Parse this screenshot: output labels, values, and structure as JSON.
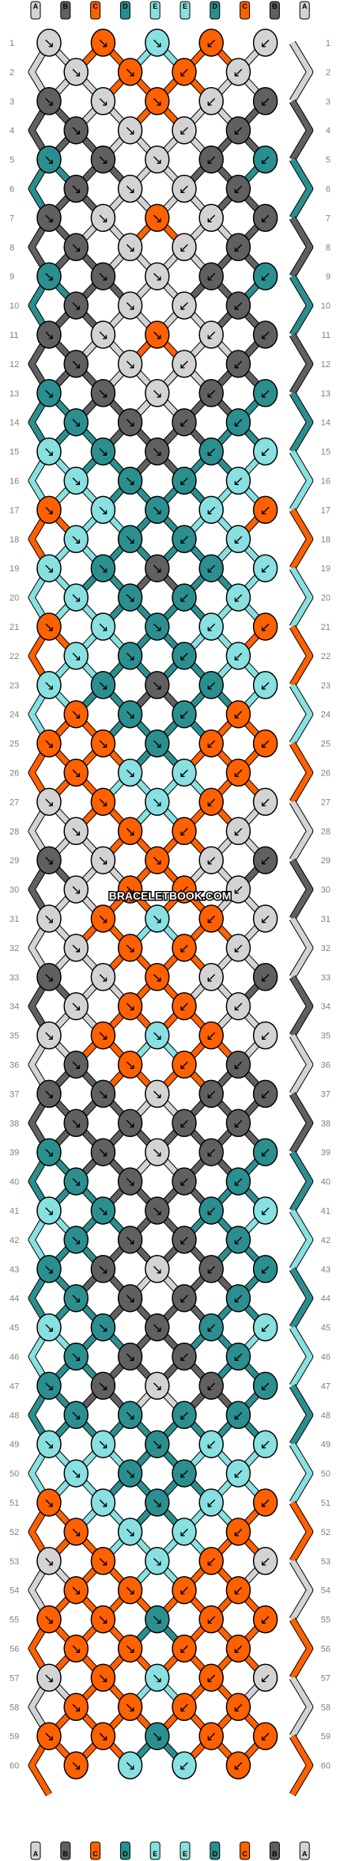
{
  "watermark": "BRACELETBOOK.COM",
  "colors": {
    "A": "#d3d3d3",
    "B": "#606060",
    "C": "#ff6000",
    "D": "#2b8f8f",
    "E": "#88e0e0",
    "background": "#ffffff",
    "row_label": "#808080"
  },
  "top_strands": [
    "A",
    "B",
    "C",
    "D",
    "E",
    "E",
    "D",
    "C",
    "B",
    "A"
  ],
  "bottom_strands": [
    "A",
    "B",
    "C",
    "D",
    "E",
    "E",
    "D",
    "C",
    "B",
    "A"
  ],
  "rows": 60,
  "knot_arrows": {
    "left": "↘",
    "right": "↙"
  },
  "pattern": [
    [
      "A",
      "C",
      "E",
      "C",
      "A"
    ],
    [
      "A",
      "C",
      "C",
      "A"
    ],
    [
      "B",
      "A",
      "C",
      "A",
      "B"
    ],
    [
      "B",
      "A",
      "A",
      "B"
    ],
    [
      "D",
      "B",
      "A",
      "B",
      "D"
    ],
    [
      "B",
      "A",
      "A",
      "B"
    ],
    [
      "B",
      "A",
      "C",
      "A",
      "B"
    ],
    [
      "B",
      "A",
      "A",
      "B"
    ],
    [
      "D",
      "B",
      "A",
      "B",
      "D"
    ],
    [
      "B",
      "A",
      "A",
      "B"
    ],
    [
      "B",
      "A",
      "C",
      "A",
      "B"
    ],
    [
      "B",
      "A",
      "A",
      "B"
    ],
    [
      "D",
      "B",
      "A",
      "B",
      "D"
    ],
    [
      "D",
      "B",
      "B",
      "D"
    ],
    [
      "E",
      "D",
      "B",
      "D",
      "E"
    ],
    [
      "E",
      "D",
      "D",
      "E"
    ],
    [
      "C",
      "E",
      "D",
      "E",
      "C"
    ],
    [
      "E",
      "D",
      "D",
      "E"
    ],
    [
      "E",
      "D",
      "B",
      "D",
      "E"
    ],
    [
      "E",
      "D",
      "D",
      "E"
    ],
    [
      "C",
      "E",
      "D",
      "E",
      "C"
    ],
    [
      "E",
      "D",
      "D",
      "E"
    ],
    [
      "E",
      "D",
      "B",
      "D",
      "E"
    ],
    [
      "C",
      "D",
      "D",
      "C"
    ],
    [
      "C",
      "C",
      "D",
      "C",
      "C"
    ],
    [
      "C",
      "E",
      "E",
      "C"
    ],
    [
      "A",
      "C",
      "E",
      "C",
      "A"
    ],
    [
      "A",
      "C",
      "C",
      "A"
    ],
    [
      "B",
      "A",
      "C",
      "A",
      "B"
    ],
    [
      "A",
      "C",
      "C",
      "A"
    ],
    [
      "A",
      "C",
      "E",
      "C",
      "A"
    ],
    [
      "A",
      "C",
      "C",
      "A"
    ],
    [
      "B",
      "A",
      "C",
      "A",
      "B"
    ],
    [
      "A",
      "C",
      "C",
      "A"
    ],
    [
      "A",
      "C",
      "E",
      "C",
      "A"
    ],
    [
      "B",
      "C",
      "C",
      "B"
    ],
    [
      "B",
      "B",
      "A",
      "B",
      "B"
    ],
    [
      "B",
      "B",
      "B",
      "B"
    ],
    [
      "D",
      "B",
      "A",
      "B",
      "D"
    ],
    [
      "D",
      "B",
      "B",
      "D"
    ],
    [
      "E",
      "D",
      "B",
      "D",
      "E"
    ],
    [
      "D",
      "B",
      "B",
      "D"
    ],
    [
      "D",
      "B",
      "A",
      "B",
      "D"
    ],
    [
      "D",
      "B",
      "B",
      "D"
    ],
    [
      "E",
      "D",
      "B",
      "D",
      "E"
    ],
    [
      "D",
      "B",
      "B",
      "D"
    ],
    [
      "D",
      "B",
      "A",
      "B",
      "D"
    ],
    [
      "D",
      "D",
      "D",
      "D"
    ],
    [
      "E",
      "E",
      "D",
      "E",
      "E"
    ],
    [
      "E",
      "D",
      "D",
      "E"
    ],
    [
      "C",
      "E",
      "D",
      "E",
      "C"
    ],
    [
      "C",
      "E",
      "E",
      "C"
    ],
    [
      "A",
      "C",
      "E",
      "C",
      "A"
    ],
    [
      "C",
      "C",
      "C",
      "C"
    ],
    [
      "C",
      "C",
      "D",
      "C",
      "C"
    ],
    [
      "C",
      "C",
      "C",
      "C"
    ],
    [
      "A",
      "C",
      "E",
      "C",
      "A"
    ],
    [
      "C",
      "C",
      "C",
      "C"
    ],
    [
      "C",
      "C",
      "D",
      "C",
      "C"
    ],
    [
      "C",
      "E",
      "E",
      "C"
    ]
  ]
}
